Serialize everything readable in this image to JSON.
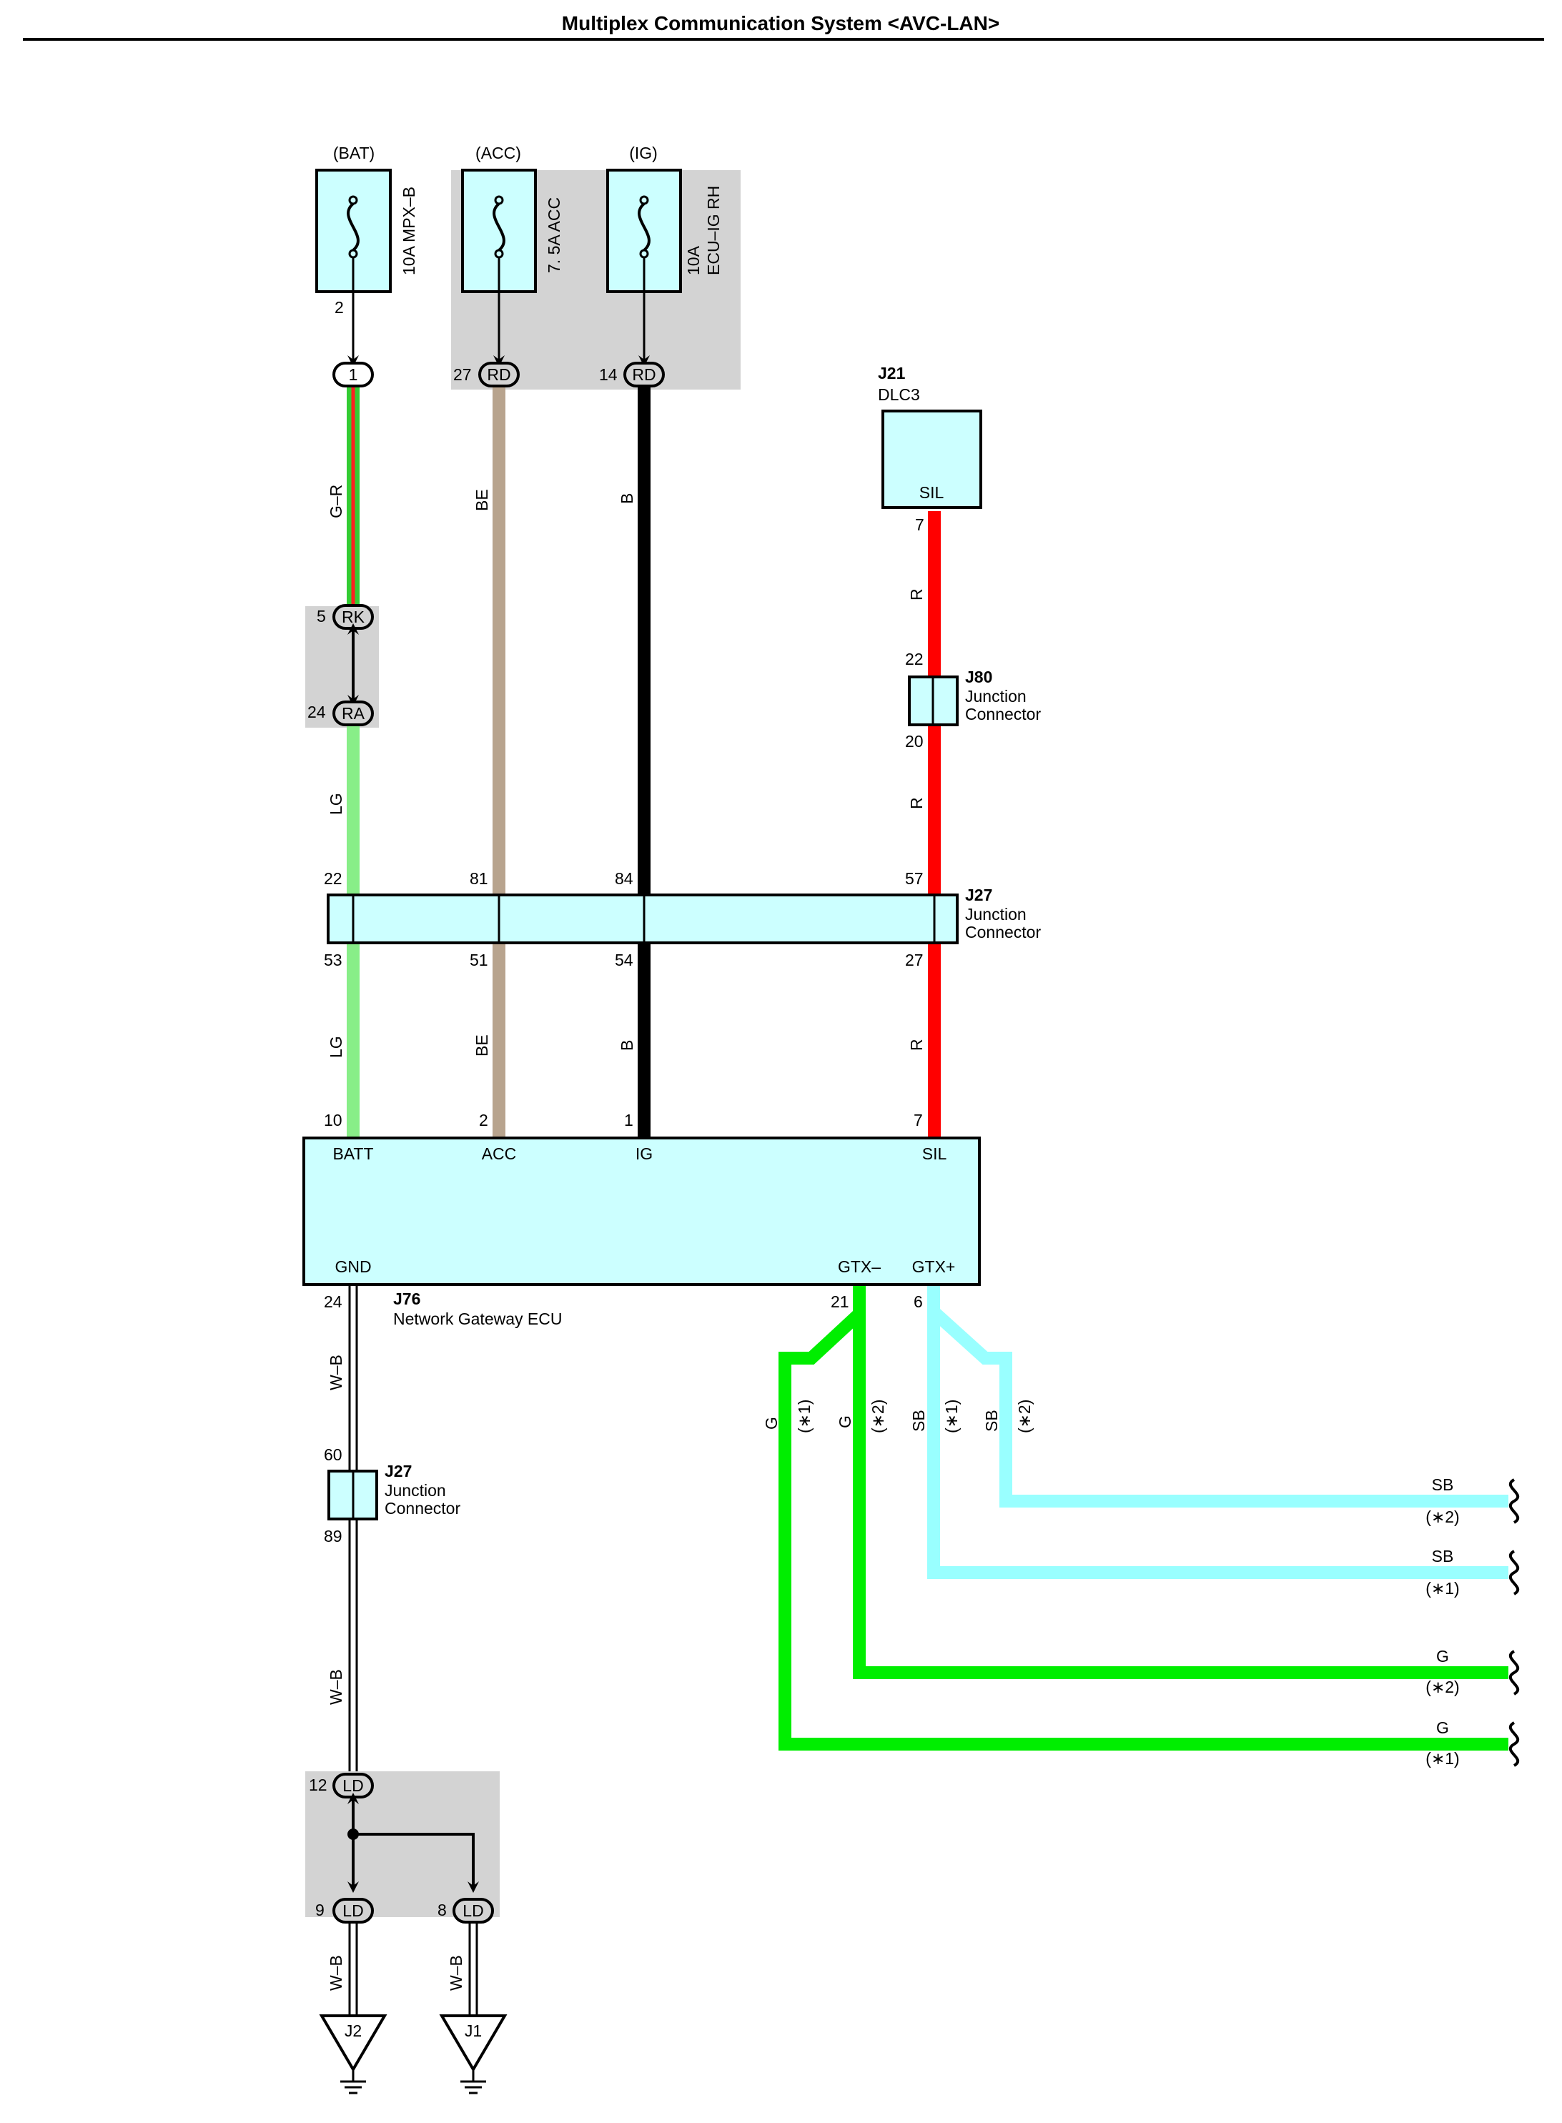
{
  "title": "Multiplex Communication System <AVC-LAN>",
  "colors": {
    "box_fill": "#ccffff",
    "group_fill": "#d3d3d3",
    "wire_GR_green": "#33cc33",
    "wire_GR_red": "#ff2020",
    "wire_LG": "#88ee88",
    "wire_BE": "#b8a48e",
    "wire_B": "#000000",
    "wire_R": "#ff0000",
    "wire_G": "#00ee00",
    "wire_SB": "#99ffff",
    "wire_WB": "#000000"
  },
  "fuses": [
    {
      "source": "(BAT)",
      "name": "10A MPX-B",
      "lines": [
        "10A MPX–B"
      ]
    },
    {
      "source": "(ACC)",
      "name": "7.5A ACC",
      "lines": [
        "7. 5A ACC"
      ]
    },
    {
      "source": "(IG)",
      "name": "10A ECU-IG RH",
      "lines": [
        "10A",
        "ECU–IG RH"
      ]
    }
  ],
  "connectors": {
    "bat_pin": "2",
    "bat_conn": "1",
    "acc_pin": "27",
    "acc_conn": "RD",
    "ig_pin": "14",
    "ig_conn": "RD",
    "rk_pin": "5",
    "rk_conn": "RK",
    "ra_pin": "24",
    "ra_conn": "RA",
    "ld12_pin": "12",
    "ld9_pin": "9",
    "ld8_pin": "8",
    "ld_conn": "LD"
  },
  "dlc3": {
    "id": "J21",
    "name": "DLC3",
    "terminal": "SIL",
    "pin": "7"
  },
  "j80": {
    "id": "J80",
    "line1": "Junction",
    "line2": "Connector",
    "pin_top": "22",
    "pin_bottom": "20"
  },
  "j27_main": {
    "id": "J27",
    "line1": "Junction",
    "line2": "Connector",
    "pins_top": [
      "22",
      "81",
      "84",
      "57"
    ],
    "pins_bottom": [
      "53",
      "51",
      "54",
      "27"
    ]
  },
  "j27_small": {
    "id": "J27",
    "line1": "Junction",
    "line2": "Connector",
    "pin_top": "60",
    "pin_bottom": "89"
  },
  "ecu": {
    "id": "J76",
    "name": "Network Gateway ECU",
    "terminals": {
      "batt": "BATT",
      "acc": "ACC",
      "ig": "IG",
      "sil": "SIL",
      "gnd": "GND",
      "gtx_minus": "GTX–",
      "gtx_plus": "GTX+"
    },
    "pins": {
      "batt": "10",
      "acc": "2",
      "ig": "1",
      "sil": "7",
      "gnd": "24",
      "gtx_minus": "21",
      "gtx_plus": "6"
    }
  },
  "wire_labels": {
    "gr": "G–R",
    "lg": "LG",
    "be": "BE",
    "b": "B",
    "r": "R",
    "wb": "W–B",
    "g": "G",
    "sb": "SB"
  },
  "notes": {
    "n1": "(∗1)",
    "n2": "(∗2)"
  },
  "grounds": [
    {
      "id": "J2"
    },
    {
      "id": "J1"
    }
  ],
  "icons": [
    "fuse-icon",
    "ground-icon",
    "wire-break-icon",
    "arrow-icon"
  ]
}
